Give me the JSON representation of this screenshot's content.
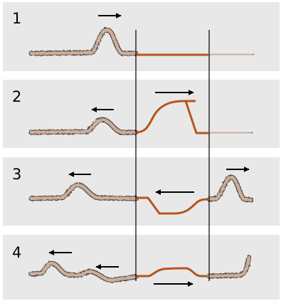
{
  "panels": [
    {
      "number": "1"
    },
    {
      "number": "2"
    },
    {
      "number": "3"
    },
    {
      "number": "4"
    }
  ],
  "colors": {
    "background": "#ffffff",
    "panel_fill": "#e8e8e8",
    "rope_outer": "#5a4a40",
    "rope_inner": "#c9b09e",
    "wire": "#b5561c",
    "arrow": "#000000",
    "boundary": "#000000"
  },
  "icons": [
    "right-arrow-icon",
    "left-arrow-icon"
  ]
}
